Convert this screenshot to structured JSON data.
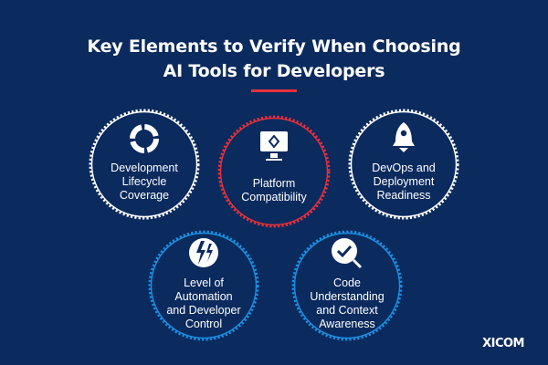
{
  "title": {
    "line1": "Key Elements to Verify When Choosing",
    "line2": "AI Tools for Developers"
  },
  "colors": {
    "background": "#0b2a5e",
    "accent_red": "#e8303b",
    "accent_blue": "#1a8fe0",
    "white": "#ffffff"
  },
  "elements": [
    {
      "label_lines": [
        "Development",
        "Lifecycle",
        "Coverage"
      ],
      "icon": "cycle-icon",
      "ring_color": "white"
    },
    {
      "label_lines": [
        "Platform",
        "Compatibility"
      ],
      "icon": "monitor-icon",
      "ring_color": "red"
    },
    {
      "label_lines": [
        "DevOps and",
        "Deployment",
        "Readiness"
      ],
      "icon": "rocket-icon",
      "ring_color": "white"
    },
    {
      "label_lines": [
        "Level of",
        "Automation",
        "and Developer",
        "Control"
      ],
      "icon": "lightning-icon",
      "ring_color": "blue"
    },
    {
      "label_lines": [
        "Code",
        "Understanding",
        "and Context",
        "Awareness"
      ],
      "icon": "magnifier-check-icon",
      "ring_color": "blue"
    }
  ],
  "logo": "XICOM"
}
